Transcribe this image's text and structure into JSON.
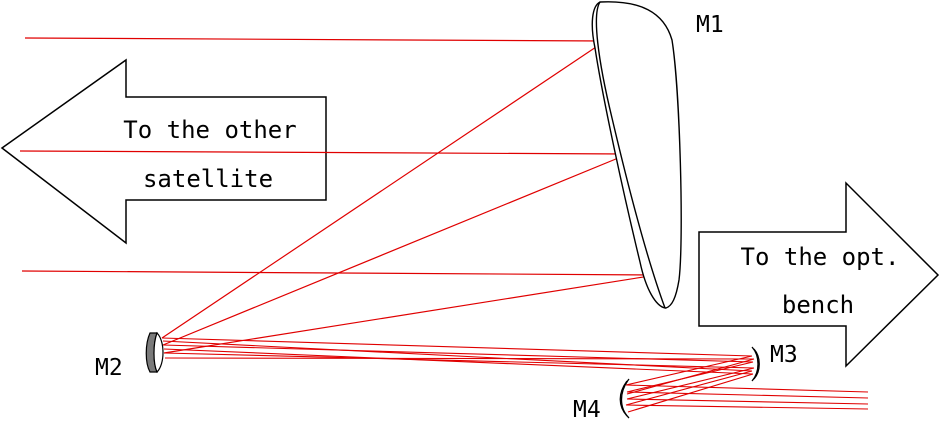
{
  "arrows": {
    "left_line1": "To the other",
    "left_line2": "satellite",
    "right_line1": "To the opt.",
    "right_line2": "bench"
  },
  "mirrors": {
    "m1": "M1",
    "m2": "M2",
    "m3": "M3",
    "m4": "M4"
  },
  "colors": {
    "beam": "#e00000",
    "outline": "#000000",
    "m2_fill": "#7a7a7a"
  }
}
